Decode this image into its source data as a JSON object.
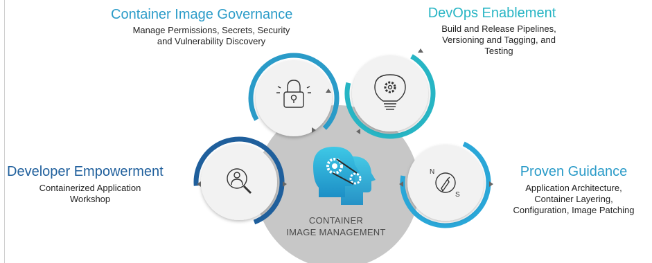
{
  "center": {
    "line1": "CONTAINER",
    "line2": "IMAGE MANAGEMENT",
    "icon": "two-heads-gear-icon"
  },
  "nodes": [
    {
      "key": "governance",
      "title": "Container Image Governance",
      "desc": [
        "Manage Permissions, Secrets, Security",
        "and Vulnerability Discovery"
      ],
      "icon": "padlock-icon",
      "color": "#2a9bc8"
    },
    {
      "key": "devops",
      "title": "DevOps Enablement",
      "desc": [
        "Build and Release Pipelines,",
        "Versioning and Tagging, and",
        "Testing"
      ],
      "icon": "lightbulb-gear-icon",
      "color": "#27b5c4"
    },
    {
      "key": "developer",
      "title": "Developer Empowerment",
      "desc": [
        "Containerized Application",
        "Workshop"
      ],
      "icon": "person-magnifier-icon",
      "color": "#1f5f9c"
    },
    {
      "key": "guidance",
      "title": "Proven Guidance",
      "desc": [
        "Application Architecture,",
        "Container Layering,",
        "Configuration, Image Patching"
      ],
      "icon": "compass-icon",
      "color": "#2aa7d8",
      "compass_n": "N",
      "compass_s": "S"
    }
  ],
  "colors": {
    "title_governance": "#2a9bc8",
    "title_devops": "#27b5c4",
    "title_developer": "#1f5f9c",
    "title_guidance": "#2a9bc8",
    "hub": "#c7c7c7",
    "node_fill": "#f2f2f2"
  }
}
